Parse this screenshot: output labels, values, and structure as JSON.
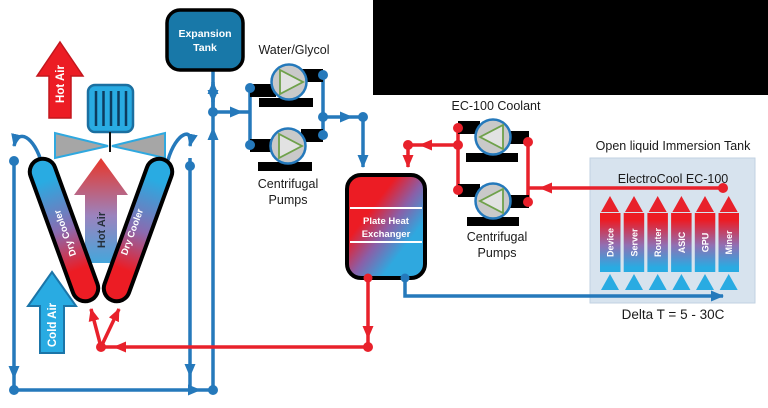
{
  "colors": {
    "pipe_blue": "#2579BB",
    "pipe_red": "#E8212B",
    "cyan": "#29ABE2",
    "expansion_tank_fill": "#1878A8",
    "immersion_tank_fill": "#D7E3EE",
    "hot_red": "#EC1C24",
    "pump_body": "#C9C9C9",
    "pump_triangle_stroke": "#6FA14B"
  },
  "expansion_tank": {
    "label_line1": "Expansion",
    "label_line2": "Tank"
  },
  "water_glycol": {
    "label": "Water/Glycol",
    "pumps_label_line1": "Centrifugal",
    "pumps_label_line2": "Pumps"
  },
  "ec100": {
    "label": "EC-100 Coolant",
    "pumps_label_line1": "Centrifugal",
    "pumps_label_line2": "Pumps"
  },
  "phe": {
    "label_line1": "Plate Heat",
    "label_line2": "Exchanger"
  },
  "immersion_tank": {
    "title": "Open liquid Immersion Tank",
    "coolant_label": "ElectroCool EC-100",
    "devices": [
      "Device",
      "Server",
      "Router",
      "ASIC",
      "GPU",
      "Miner"
    ],
    "delta_t": "Delta T = 5 - 30C"
  },
  "air_flows": {
    "hot_air_left": "Hot Air",
    "hot_air_center": "Hot Air",
    "cold_air": "Cold Air"
  },
  "dry_coolers": {
    "left": "Dry Cooler",
    "right": "Dry Cooler"
  }
}
